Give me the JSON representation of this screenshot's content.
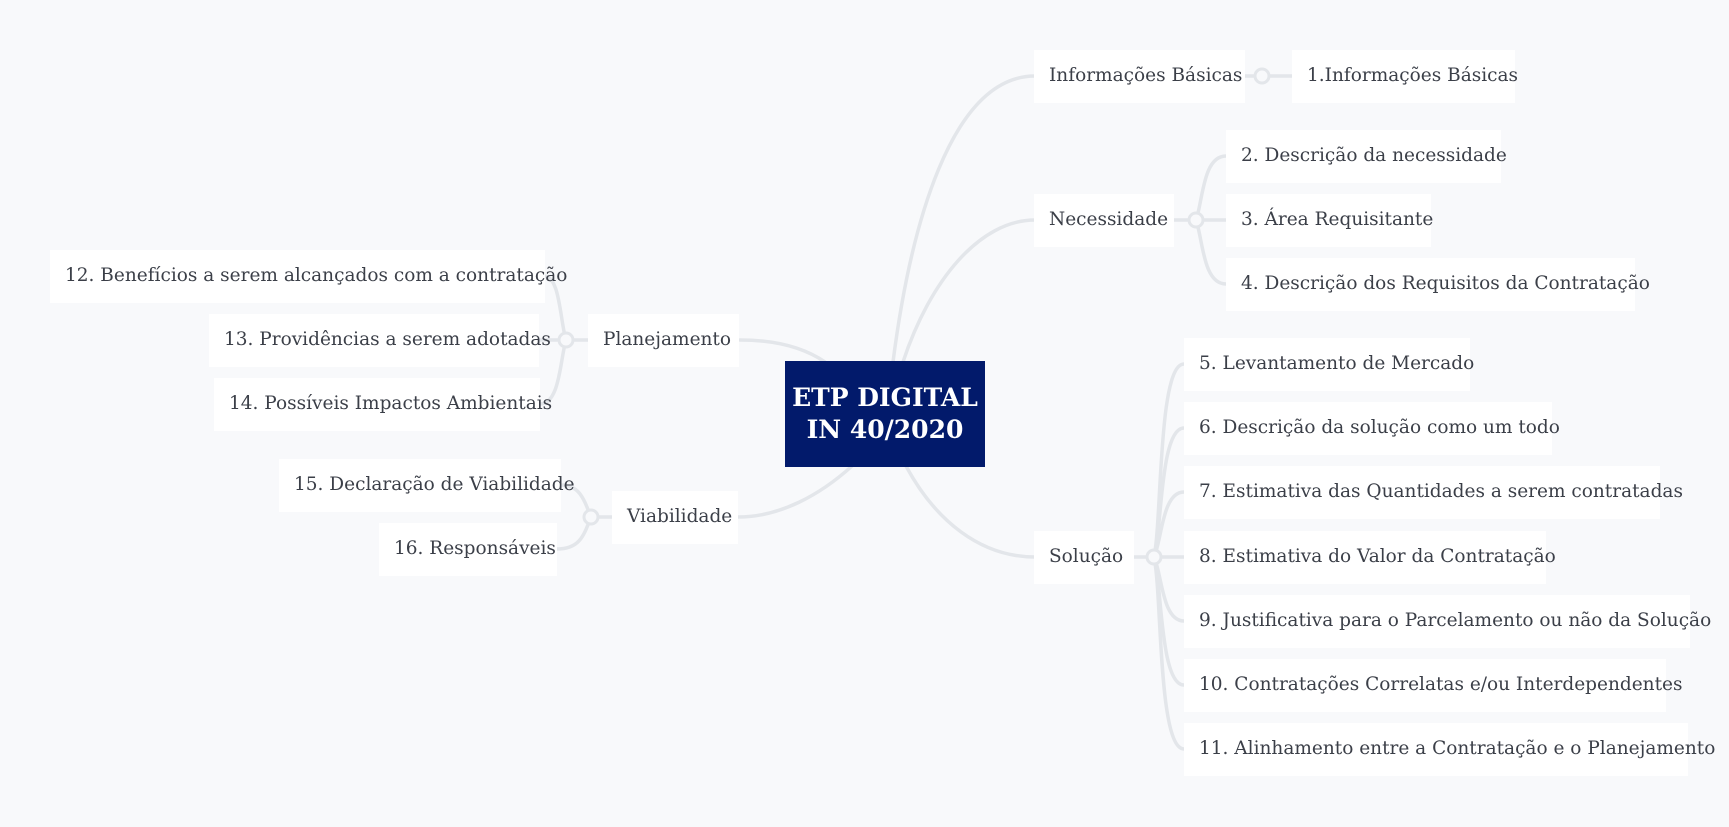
{
  "root": {
    "line1": "ETP DIGITAL",
    "line2": "IN 40/2020"
  },
  "branches": {
    "informacoes": {
      "label": "Informações Básicas",
      "children": [
        "1.Informações Básicas"
      ]
    },
    "necessidade": {
      "label": "Necessidade",
      "children": [
        "2. Descrição da necessidade",
        "3. Área Requisitante",
        "4. Descrição dos Requisitos da Contratação"
      ]
    },
    "solucao": {
      "label": "Solução",
      "children": [
        "5. Levantamento de Mercado",
        "6. Descrição da solução como um todo",
        "7. Estimativa das Quantidades a serem contratadas",
        "8. Estimativa do Valor da Contratação",
        "9. Justificativa para o Parcelamento ou não da Solução",
        "10. Contratações Correlatas e/ou Interdependentes",
        "11. Alinhamento entre a Contratação e o Planejamento"
      ]
    },
    "planejamento": {
      "label": "Planejamento",
      "children": [
        "12. Benefícios a serem alcançados com a contratação",
        "13. Providências a serem adotadas",
        "14. Possíveis Impactos Ambientais"
      ]
    },
    "viabilidade": {
      "label": "Viabilidade",
      "children": [
        "15. Declaração de Viabilidade",
        "16. Responsáveis"
      ]
    }
  },
  "colors": {
    "root_bg": "#021a6b",
    "node_bg": "#ffffff",
    "text": "#3b3f48",
    "link": "#e3e6ea",
    "background": "#f8f9fb"
  }
}
